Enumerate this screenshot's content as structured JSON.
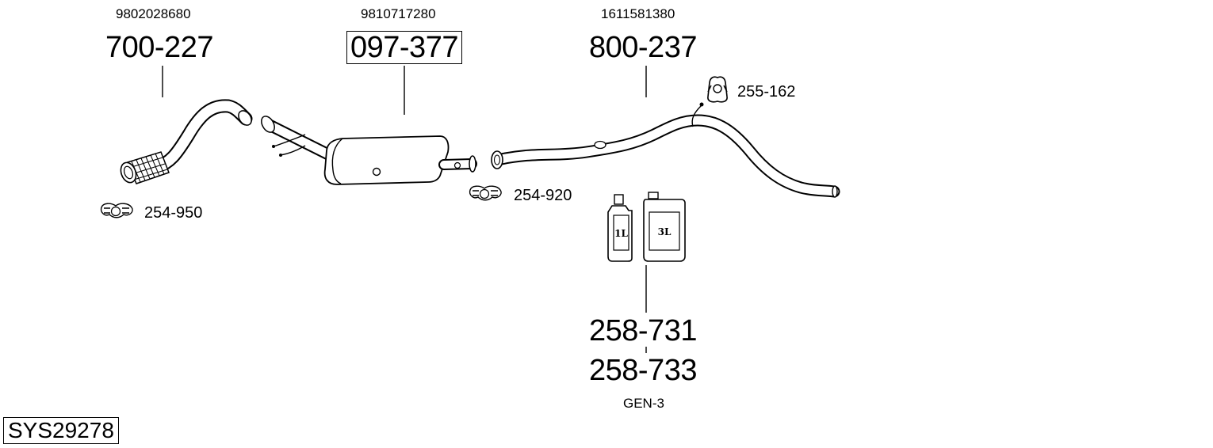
{
  "parts": {
    "front_pipe": {
      "oem": "9802028680",
      "number": "700-227"
    },
    "dpf": {
      "oem": "9810717280",
      "number": "097-377"
    },
    "rear_pipe": {
      "oem": "1611581380",
      "number": "800-237"
    }
  },
  "clamps": {
    "front": "254-950",
    "middle": "254-920"
  },
  "rubber_mount": "255-162",
  "additive": {
    "bottle_1_label": "1L",
    "bottle_2_label": "3L",
    "number_1": "258-731",
    "number_2": "258-733",
    "generation": "GEN-3"
  },
  "system_id": "SYS29278"
}
